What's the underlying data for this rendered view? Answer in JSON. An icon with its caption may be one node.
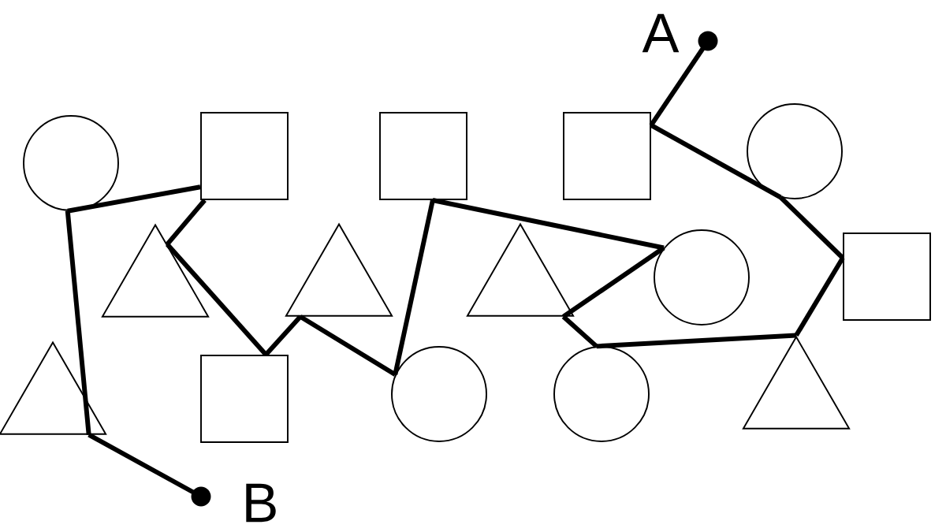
{
  "diagram": {
    "nodes": [
      {
        "text": [],
        "shape": "dot",
        "beside": [
          "A"
        ]
      },
      {
        "text": [],
        "shape": "circle"
      },
      {
        "text": [],
        "shape": "box"
      },
      {
        "text": [],
        "shape": "box"
      },
      {
        "text": [],
        "shape": "box"
      },
      {
        "text": [],
        "shape": "circle"
      },
      {
        "text": [],
        "shape": "triangle"
      },
      {
        "text": [],
        "shape": "triangle"
      },
      {
        "text": [],
        "shape": "triangle"
      },
      {
        "text": [],
        "shape": "circle"
      },
      {
        "text": [],
        "shape": "box"
      },
      {
        "text": [],
        "shape": "triangle"
      },
      {
        "text": [],
        "shape": "box"
      },
      {
        "text": [],
        "shape": "circle"
      },
      {
        "text": [],
        "shape": "circle"
      },
      {
        "text": [],
        "shape": "triangle"
      },
      {
        "text": [],
        "shape": "dot",
        "beside": [
          "B"
        ]
      }
    ],
    "edges": [
      {
        "from": 0,
        "to": 4,
        "arrow": "none"
      },
      {
        "from": 4,
        "to": 5,
        "arrow": "none"
      },
      {
        "from": 5,
        "to": 10,
        "arrow": "none"
      },
      {
        "from": 10,
        "to": 15,
        "arrow": "none"
      },
      {
        "from": 15,
        "to": 14,
        "arrow": "none"
      },
      {
        "from": 14,
        "to": 8,
        "arrow": "none"
      },
      {
        "from": 8,
        "to": 9,
        "arrow": "none"
      },
      {
        "from": 9,
        "to": 3,
        "arrow": "none"
      },
      {
        "from": 3,
        "to": 13,
        "arrow": "none"
      },
      {
        "from": 13,
        "to": 7,
        "arrow": "none"
      },
      {
        "from": 7,
        "to": 12,
        "arrow": "none"
      },
      {
        "from": 12,
        "to": 6,
        "arrow": "none"
      },
      {
        "from": 6,
        "to": 2,
        "arrow": "none"
      },
      {
        "from": 2,
        "to": 1,
        "arrow": "none"
      },
      {
        "from": 1,
        "to": 11,
        "arrow": "none"
      },
      {
        "from": 11,
        "to": 16,
        "arrow": "none"
      }
    ]
  }
}
